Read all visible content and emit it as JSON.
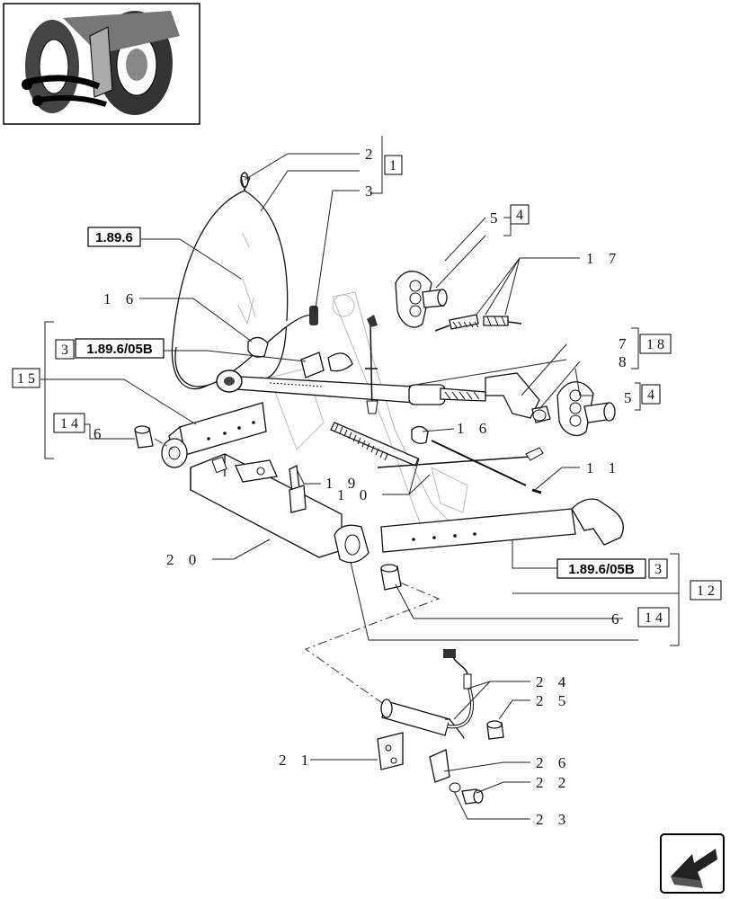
{
  "diagram": {
    "refs": {
      "r1": "1.89.6",
      "r2": "1.89.6/05B",
      "r3": "1.89.6/05B"
    },
    "box_numbers": {
      "b1": "1",
      "b3a": "3",
      "b3b": "3",
      "b4a": "4",
      "b4b": "4",
      "b14a": "1 4",
      "b14b": "1 4",
      "b15": "1 5",
      "b12": "1 2",
      "b18": "1 8"
    },
    "callouts": {
      "c2": "2",
      "c3": "3",
      "c5a": "5",
      "c5b": "5",
      "c6a": "6",
      "c6b": "6",
      "c7": "7",
      "c8": "8",
      "c10": "1 0",
      "c11": "1 1",
      "c16a": "1 6",
      "c16b": "1 6",
      "c17": "1 7",
      "c19": "1 9",
      "c20": "2 0",
      "c21": "2 1",
      "c22": "2 2",
      "c23": "2 3",
      "c24": "2 4",
      "c25": "2 5",
      "c26": "2 6"
    }
  },
  "icons": {
    "thumbnail": "tractor-thumbnail-icon",
    "nav": "next-page-arrow-icon"
  }
}
